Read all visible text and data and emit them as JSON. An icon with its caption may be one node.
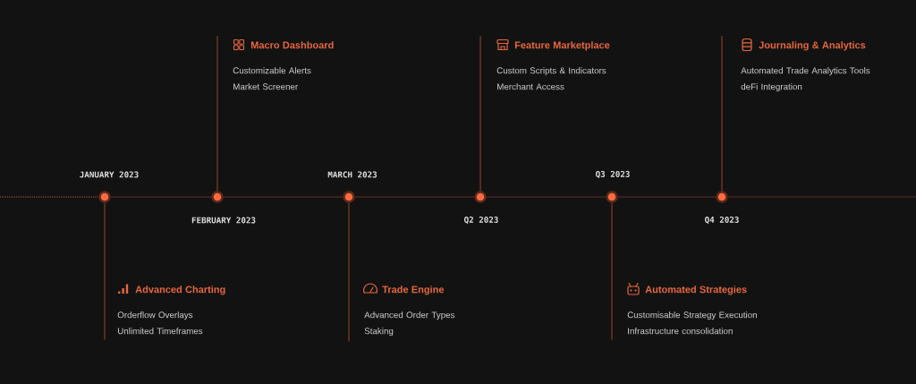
{
  "diagram": {
    "nodes": [
      {
        "text": [],
        "shape": "circle",
        "beside": [
          "JANUARY 2023"
        ]
      },
      {
        "text": [],
        "shape": "circle",
        "beside": [
          "FEBRUARY 2023"
        ]
      },
      {
        "text": [],
        "shape": "circle",
        "beside": [
          "MARCH 2023"
        ]
      },
      {
        "text": [],
        "shape": "circle",
        "beside": [
          "Q2 2023"
        ]
      },
      {
        "text": [],
        "shape": "circle",
        "beside": [
          "Q3 2023"
        ]
      },
      {
        "text": [],
        "shape": "circle",
        "beside": [
          "Q4 2023"
        ]
      },
      {
        "text": [
          "Advanced Charting",
          "Orderflow Overlays",
          "Unlimited Timeframes"
        ]
      },
      {
        "text": [
          "Macro Dashboard",
          "Customizable Alerts",
          "Market Screener"
        ]
      },
      {
        "text": [
          "Trade Engine",
          "Advanced Order Types",
          "Staking"
        ]
      },
      {
        "text": [
          "Feature Marketplace",
          "Custom Scripts & Indicators",
          "Merchant Access"
        ]
      },
      {
        "text": [
          "Automated Strategies",
          "Customisable Strategy Execution",
          "Infrastructure consolidation"
        ]
      },
      {
        "text": [
          "Journaling & Analytics",
          "Automated Trade Analytics Tools",
          "deFi Integration"
        ]
      }
    ],
    "edges": [
      {
        "from": 0,
        "to": 6,
        "arrow": "none"
      },
      {
        "from": 1,
        "to": 7,
        "arrow": "none"
      },
      {
        "from": 2,
        "to": 8,
        "arrow": "none"
      },
      {
        "from": 3,
        "to": 9,
        "arrow": "none"
      },
      {
        "from": 4,
        "to": 10,
        "arrow": "none"
      },
      {
        "from": 5,
        "to": 11,
        "arrow": "none"
      },
      {
        "from": 0,
        "to": 1,
        "arrow": "none",
        "color": "#4a2620"
      },
      {
        "from": 1,
        "to": 2,
        "arrow": "none",
        "color": "#4a2620"
      },
      {
        "from": 2,
        "to": 3,
        "arrow": "none",
        "color": "#4a2620"
      },
      {
        "from": 3,
        "to": 4,
        "arrow": "none",
        "color": "#4a2620"
      },
      {
        "from": 4,
        "to": 5,
        "arrow": "none",
        "color": "#4a2620"
      },
      {
        "from": null,
        "to": 0,
        "arrow": "none",
        "style": "dashed",
        "color": "#6a3323"
      },
      {
        "from": 5,
        "to": null,
        "arrow": "none",
        "color": "#4a2620"
      }
    ]
  }
}
